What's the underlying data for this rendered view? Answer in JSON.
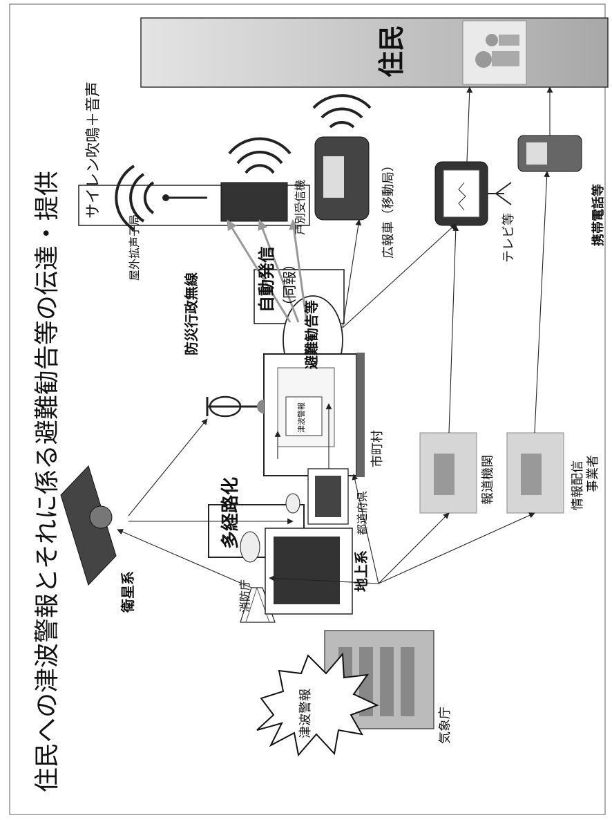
{
  "title": "住民への津波警報とそれに係る避難勧告等の伝達・提供",
  "residents": "住民",
  "siren_box": "サイレン吹鳴＋音声",
  "multiroute_box": "多経路化",
  "auto_box_line1": "自動発信",
  "auto_box_line2": "（同報）",
  "bousai_label": "防災行政無線",
  "evac_oval": "避難勧告等",
  "nodes": {
    "jma": "気象庁",
    "fdma": "消防庁",
    "satellite": "衛星系",
    "terrestrial": "地上系",
    "prefecture": "都道府県",
    "municipality": "市町村",
    "tsunami_warning": "津波警報",
    "screen_text": "津波警報",
    "loudspeaker": "屋外拡声子局",
    "household": "戸別受信機",
    "van": "広報車（移動局）",
    "tv": "テレビ等",
    "mobile": "携帯電話等",
    "press": "報道機関",
    "info_provider_1": "情報配信",
    "info_provider_2": "事業者"
  }
}
